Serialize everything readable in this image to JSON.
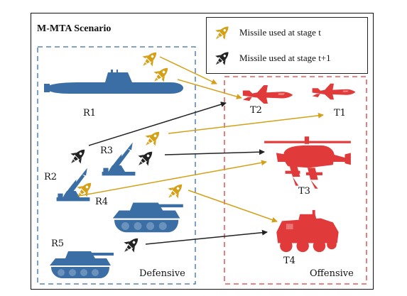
{
  "title": "M-MTA Scenario",
  "legend": {
    "stage_t": "Missile used at stage t",
    "stage_t1": "Missile used at stage t+1"
  },
  "groups": {
    "defensive": "Defensive",
    "offensive": "Offensive"
  },
  "units": {
    "r1": "R1",
    "r2": "R2",
    "r3": "R3",
    "r4": "R4",
    "r5": "R5",
    "t1": "T1",
    "t2": "T2",
    "t3": "T3",
    "t4": "T4"
  },
  "colors": {
    "defensive_unit": "#3a6ea5",
    "offensive_unit": "#e03a3a",
    "stage_t": "#d4a017",
    "stage_t1": "#222222",
    "defensive_border": "#3a6ea5",
    "offensive_border": "#e03a3a"
  },
  "icons": {
    "missile_t": "rocket-icon-gold",
    "missile_t1": "rocket-icon-black",
    "r1": "submarine-icon",
    "r2": "missile-launcher-icon",
    "r3": "missile-launcher-icon",
    "r4": "tank-icon",
    "r5": "tank-icon",
    "t1": "fighter-jet-icon",
    "t2": "fighter-jet-icon",
    "t3": "helicopter-icon",
    "t4": "armored-vehicle-icon"
  }
}
